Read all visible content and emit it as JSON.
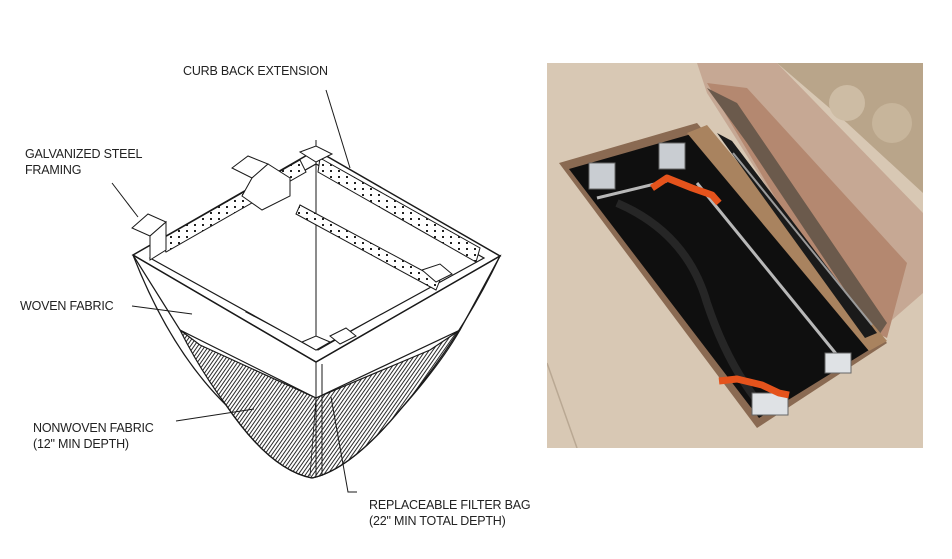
{
  "diagram": {
    "labels": {
      "curb_back_extension": "CURB BACK EXTENSION",
      "galvanized_line1": "GALVANIZED STEEL",
      "galvanized_line2": "FRAMING",
      "woven_fabric": "WOVEN FABRIC",
      "nonwoven_line1": "NONWOVEN FABRIC",
      "nonwoven_line2": "(12\" MIN DEPTH)",
      "filter_bag_line1": "REPLACEABLE FILTER BAG",
      "filter_bag_line2": "(22\" MIN TOTAL DEPTH)"
    },
    "colors": {
      "line": "#1a1a1a",
      "hatch": "#3a3a3a",
      "concrete": "#d9c9b6",
      "orange_handle": "#e5531c",
      "bag_black": "#111111"
    }
  },
  "photo": {
    "description": "Installed curb inlet filter insert in catch basin"
  }
}
